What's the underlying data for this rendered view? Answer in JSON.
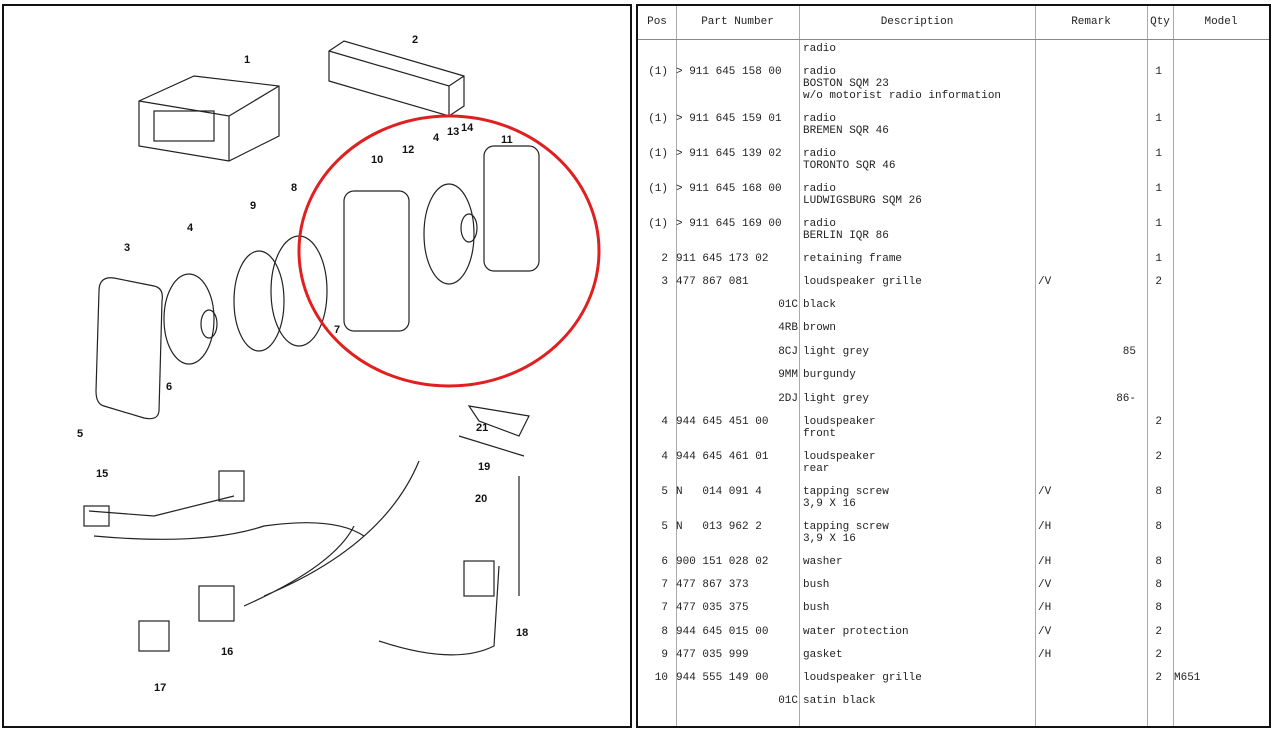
{
  "diagram": {
    "callouts": [
      "1",
      "2",
      "3",
      "4",
      "5",
      "6",
      "7",
      "8",
      "9",
      "10",
      "11",
      "12",
      "13",
      "4",
      "14",
      "15",
      "16",
      "17",
      "18",
      "19",
      "20",
      "21"
    ],
    "highlight_color": "#e02020"
  },
  "table": {
    "headers": {
      "pos": "Pos",
      "part": "Part Number",
      "desc": "Description",
      "remark": "Remark",
      "qty": "Qty",
      "model": "Model"
    },
    "rows": [
      {
        "pos": "",
        "part": "",
        "desc": "radio",
        "remark": "",
        "qty": "",
        "model": ""
      },
      {
        "pos": "(1)",
        "part": "> 911 645 158 00",
        "desc": "radio\nBOSTON SQM 23\nw/o motorist radio information",
        "remark": "",
        "qty": "1",
        "model": ""
      },
      {
        "pos": "(1)",
        "part": "> 911 645 159 01",
        "desc": "radio\nBREMEN SQR 46",
        "remark": "",
        "qty": "1",
        "model": ""
      },
      {
        "pos": "(1)",
        "part": "> 911 645 139 02",
        "desc": "radio\nTORONTO SQR 46",
        "remark": "",
        "qty": "1",
        "model": ""
      },
      {
        "pos": "(1)",
        "part": "> 911 645 168 00",
        "desc": "radio\nLUDWIGSBURG SQM 26",
        "remark": "",
        "qty": "1",
        "model": ""
      },
      {
        "pos": "(1)",
        "part": "> 911 645 169 00",
        "desc": "radio\nBERLIN IQR 86",
        "remark": "",
        "qty": "1",
        "model": ""
      },
      {
        "pos": "2",
        "part": "911 645 173 02",
        "desc": "retaining frame",
        "remark": "",
        "qty": "1",
        "model": ""
      },
      {
        "pos": "3",
        "part": "477 867 081",
        "desc": "loudspeaker grille",
        "remark": "/V",
        "qty": "2",
        "model": ""
      },
      {
        "pos": "",
        "part": "01C",
        "desc": "black",
        "remark": "",
        "qty": "",
        "model": ""
      },
      {
        "pos": "",
        "part": "4RB",
        "desc": "brown",
        "remark": "",
        "qty": "",
        "model": ""
      },
      {
        "pos": "",
        "part": "8CJ",
        "desc": "light grey",
        "remark": "85",
        "qty": "",
        "model": ""
      },
      {
        "pos": "",
        "part": "9MM",
        "desc": "burgundy",
        "remark": "",
        "qty": "",
        "model": ""
      },
      {
        "pos": "",
        "part": "2DJ",
        "desc": "light grey",
        "remark": "86-",
        "qty": "",
        "model": ""
      },
      {
        "pos": "4",
        "part": "944 645 451 00",
        "desc": "loudspeaker\nfront",
        "remark": "",
        "qty": "2",
        "model": ""
      },
      {
        "pos": "4",
        "part": "944 645 461 01",
        "desc": "loudspeaker\nrear",
        "remark": "",
        "qty": "2",
        "model": ""
      },
      {
        "pos": "5",
        "part": "N   014 091 4",
        "desc": "tapping screw\n3,9 X 16",
        "remark": "/V",
        "qty": "8",
        "model": ""
      },
      {
        "pos": "5",
        "part": "N   013 962 2",
        "desc": "tapping screw\n3,9 X 16",
        "remark": "/H",
        "qty": "8",
        "model": ""
      },
      {
        "pos": "6",
        "part": "900 151 028 02",
        "desc": "washer",
        "remark": "/H",
        "qty": "8",
        "model": ""
      },
      {
        "pos": "7",
        "part": "477 867 373",
        "desc": "bush",
        "remark": "/V",
        "qty": "8",
        "model": ""
      },
      {
        "pos": "7",
        "part": "477 035 375",
        "desc": "bush",
        "remark": "/H",
        "qty": "8",
        "model": ""
      },
      {
        "pos": "8",
        "part": "944 645 015 00",
        "desc": "water protection",
        "remark": "/V",
        "qty": "2",
        "model": ""
      },
      {
        "pos": "9",
        "part": "477 035 999",
        "desc": "gasket",
        "remark": "/H",
        "qty": "2",
        "model": ""
      },
      {
        "pos": "10",
        "part": "944 555 149 00",
        "desc": "loudspeaker grille",
        "remark": "",
        "qty": "2",
        "model": "M651"
      },
      {
        "pos": "",
        "part": "01C",
        "desc": "satin black",
        "remark": "",
        "qty": "",
        "model": ""
      }
    ]
  }
}
